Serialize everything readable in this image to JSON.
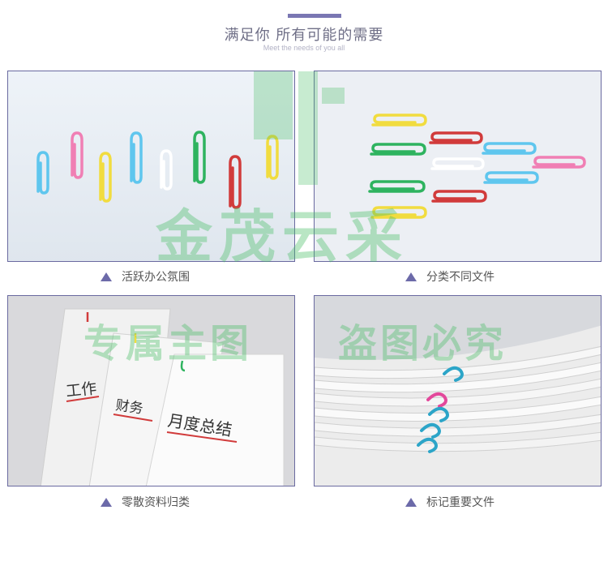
{
  "header": {
    "title": "满足你 所有可能的需要",
    "subtitle": "Meet the needs of you all"
  },
  "panels": [
    {
      "caption": "活跃办公氛围"
    },
    {
      "caption": "分类不同文件"
    },
    {
      "caption": "零散资料归类",
      "papers": [
        "工作",
        "财务",
        "月度总结"
      ]
    },
    {
      "caption": "标记重要文件"
    }
  ],
  "watermark": {
    "brand": "金茂云采",
    "line1": "专属主图",
    "line2": "盗图必究"
  },
  "colors": {
    "accent": "#6c6aa9",
    "border": "#6a6aa0",
    "clip_blue": "#5fc6ee",
    "clip_pink": "#f07fb4",
    "clip_yellow": "#f1dc3f",
    "clip_green": "#2eb35f",
    "clip_red": "#d13b3b",
    "clip_white": "#f4f4f4"
  }
}
